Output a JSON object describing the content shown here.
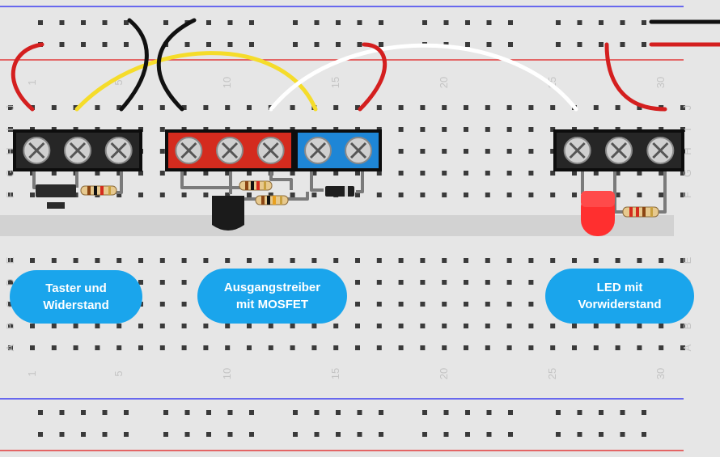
{
  "colors": {
    "board": "#e6e6e6",
    "board_shade": "#d2d2d2",
    "hole": "#3a3a3a",
    "rail_blue": "#3e3ef0",
    "rail_red": "#e23a3a",
    "wire_red": "#d41f1f",
    "wire_black": "#111111",
    "wire_yellow": "#f5dc2a",
    "wire_white": "#ffffff",
    "terminal_black": "#262626",
    "terminal_red": "#d42b1e",
    "terminal_blue": "#1e86d6",
    "bubble": "#1aa5ec",
    "led": "#ff2f2f"
  },
  "column_numbers": [
    "1",
    "5",
    "10",
    "15",
    "20",
    "25",
    "30"
  ],
  "row_letters_top": [
    "J",
    "I",
    "H",
    "G",
    "F"
  ],
  "row_letters_bottom": [
    "E",
    "D",
    "C",
    "B",
    "A"
  ],
  "bubbles": [
    {
      "text": "Taster und\nWiderstand"
    },
    {
      "text": "Ausgangstreiber\nmit MOSFET"
    },
    {
      "text": "LED mit\nVorwiderstand"
    }
  ],
  "terminal_blocks": [
    {
      "name": "input-terminal",
      "color": "black",
      "screws": 3
    },
    {
      "name": "driver-terminal",
      "color": "red",
      "screws": 3
    },
    {
      "name": "output-terminal",
      "color": "blue",
      "screws": 2
    },
    {
      "name": "led-terminal",
      "color": "black",
      "screws": 3
    }
  ],
  "components": [
    "push-button",
    "resistor",
    "mosfet",
    "resistor",
    "resistor",
    "diode",
    "led",
    "resistor"
  ]
}
